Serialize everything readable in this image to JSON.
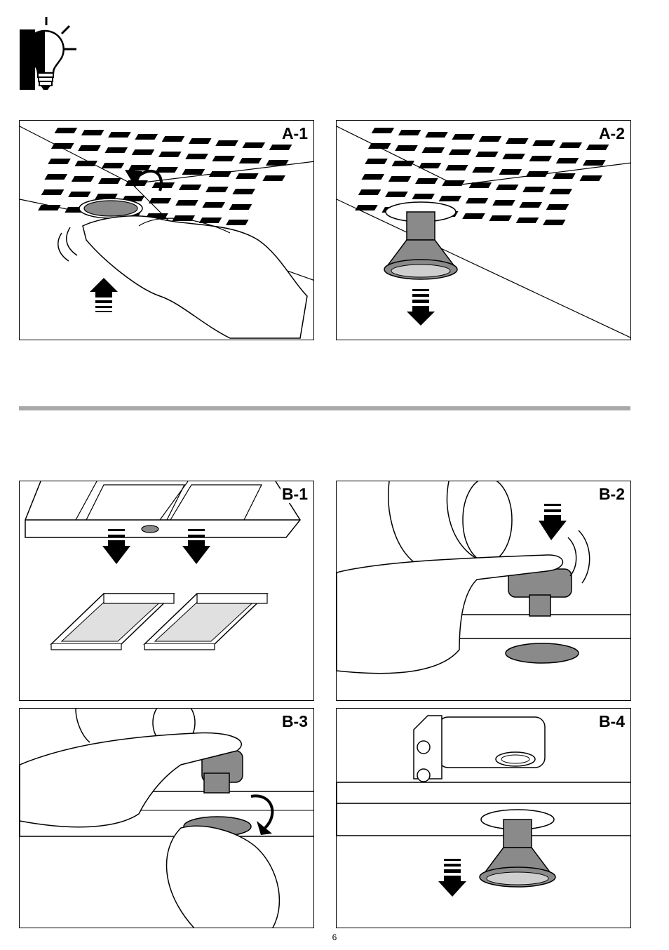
{
  "page": {
    "number": "6"
  },
  "icons": {
    "tip": "lightbulb-icon"
  },
  "panels": [
    {
      "id": "a1",
      "label": "A-1"
    },
    {
      "id": "a2",
      "label": "A-2"
    },
    {
      "id": "b1",
      "label": "B-1"
    },
    {
      "id": "b2",
      "label": "B-2"
    },
    {
      "id": "b3",
      "label": "B-3"
    },
    {
      "id": "b4",
      "label": "B-4"
    }
  ],
  "colors": {
    "lamp_gray": "#8a8a8a",
    "rule_gray": "#a9a9a9",
    "ink": "#000000"
  }
}
